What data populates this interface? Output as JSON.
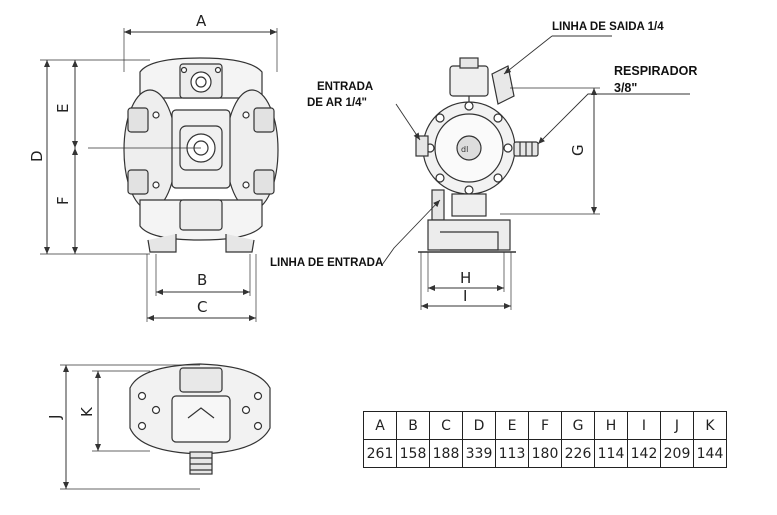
{
  "labels": {
    "linha_saida": "LINHA DE SAIDA 1/4",
    "respirador_1": "RESPIRADOR",
    "respirador_2": "3/8\"",
    "entrada_ar_1": "ENTRADA",
    "entrada_ar_2": "DE AR 1/4\"",
    "linha_entrada": "LINHA DE ENTRADA"
  },
  "dimension_letters": {
    "A": "A",
    "B": "B",
    "C": "C",
    "D": "D",
    "E": "E",
    "F": "F",
    "G": "G",
    "H": "H",
    "I": "I",
    "J": "J",
    "K": "K"
  },
  "table": {
    "headers": [
      "A",
      "B",
      "C",
      "D",
      "E",
      "F",
      "G",
      "H",
      "I",
      "J",
      "K"
    ],
    "values": [
      "261",
      "158",
      "188",
      "339",
      "113",
      "180",
      "226",
      "114",
      "142",
      "209",
      "144"
    ]
  }
}
